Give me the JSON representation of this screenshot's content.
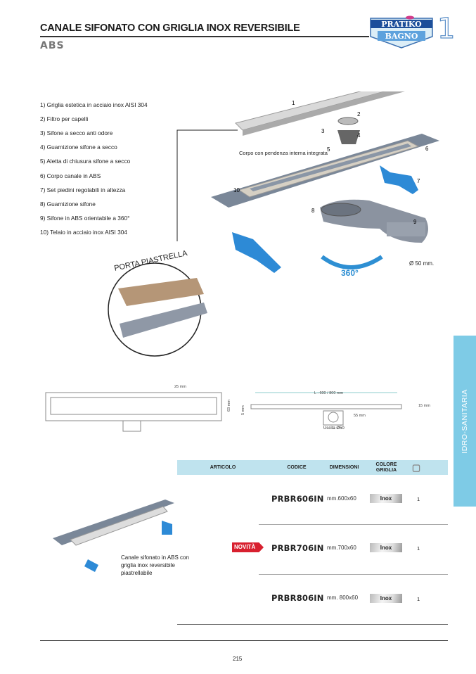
{
  "header": {
    "title": "CANALE SIFONATO CON GRIGLIA INOX REVERSIBILE",
    "subtitle": "ABS",
    "logo_text": [
      "PRATIKO",
      "BAGNO"
    ],
    "section_number": "1"
  },
  "components": [
    "1) Griglia estetica in acciaio inox AISI 304",
    "2) Filtro per capelli",
    "3) Sifone a secco anti odore",
    "4) Guarnizione sifone a secco",
    "5) Aletta di chiusura sifone a secco",
    "6) Corpo canale in ABS",
    "7) Set piedini regolabili in altezza",
    "8) Guarnizione sifone",
    "9) Sifone in ABS orientabile a 360°",
    "10) Telaio in acciaio inox AISI 304"
  ],
  "diagram": {
    "callouts": [
      "1",
      "2",
      "3",
      "4",
      "5",
      "6",
      "7",
      "8",
      "9",
      "10"
    ],
    "body_note": "Corpo con pendenza interna integrata",
    "rotation": "360°",
    "outlet": "Ø 50 mm.",
    "tile_label": "PORTA PIASTRELLA"
  },
  "drawing": {
    "top_dim": "25 mm",
    "side_dim": "63 mm",
    "length": "L :  600 / 800 mm",
    "left_dim": "5 mm",
    "right_dim": "15 mm",
    "depth": "55 mm",
    "outlet": "Uscita Ø50"
  },
  "side_tab": "IDRO-SANITARIA",
  "table": {
    "headers": [
      "ARTICOLO",
      "CODICE",
      "DIMENSIONI",
      "COLORE GRIGLIA"
    ],
    "package_icon": "box-icon",
    "rows": [
      {
        "code": "PRBR606IN",
        "dim": "mm.600x60",
        "color": "Inox",
        "qty": "1",
        "badge": ""
      },
      {
        "code": "PRBR706IN",
        "dim": "mm.700x60",
        "color": "Inox",
        "qty": "1",
        "badge": "NOVITÀ"
      },
      {
        "code": "PRBR806IN",
        "dim": "mm. 800x60",
        "color": "Inox",
        "qty": "1",
        "badge": ""
      }
    ]
  },
  "product_caption": "Canale sifonato in ABS con griglia inox reversibile piastrellabile",
  "page_number": "215"
}
